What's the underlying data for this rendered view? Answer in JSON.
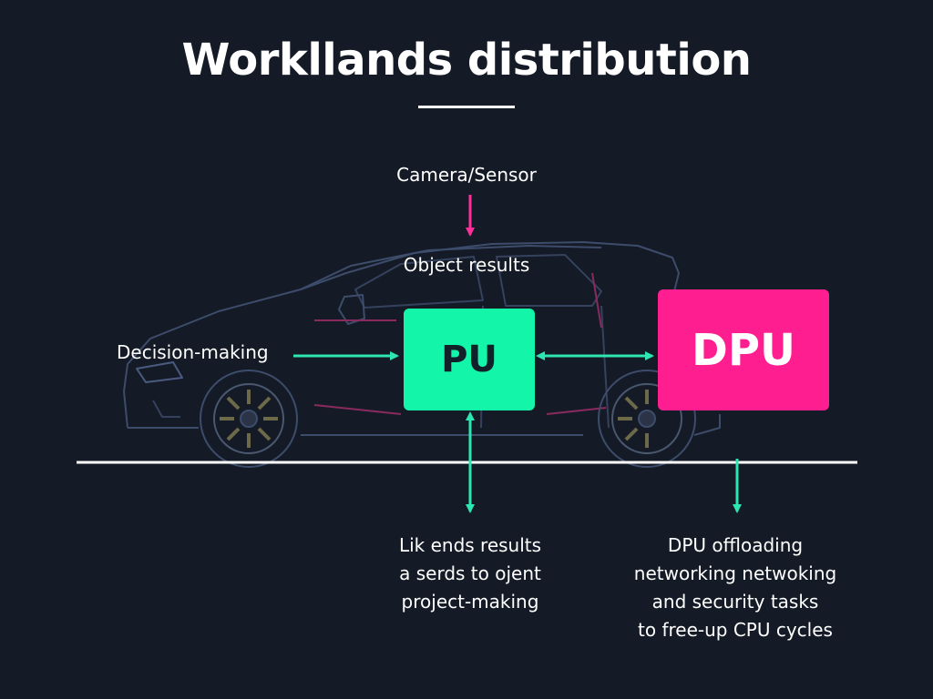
{
  "title": "Workllands distribution",
  "labels": {
    "camera_sensor": "Camera/Sensor",
    "object_results": "Object results",
    "decision_making": "Decision-making"
  },
  "boxes": {
    "pu": "PU",
    "dpu": "DPU"
  },
  "captions": {
    "left": [
      "Lik ends results",
      "a serds to ojent",
      "project-making"
    ],
    "right": [
      "DPU offloading",
      "networking netwoking",
      "and security tasks",
      "to free-up CPU cycles"
    ]
  },
  "colors": {
    "background": "#141b26",
    "pu_green": "#13f5a8",
    "dpu_pink": "#ff1e8f",
    "arrow_green": "#2ee6b0",
    "arrow_pink": "#ff2e9a",
    "car_outline": "#3d4c6b",
    "car_accent": "#8a2a5e"
  },
  "icons": {
    "vehicle": "car-silhouette-icon"
  }
}
